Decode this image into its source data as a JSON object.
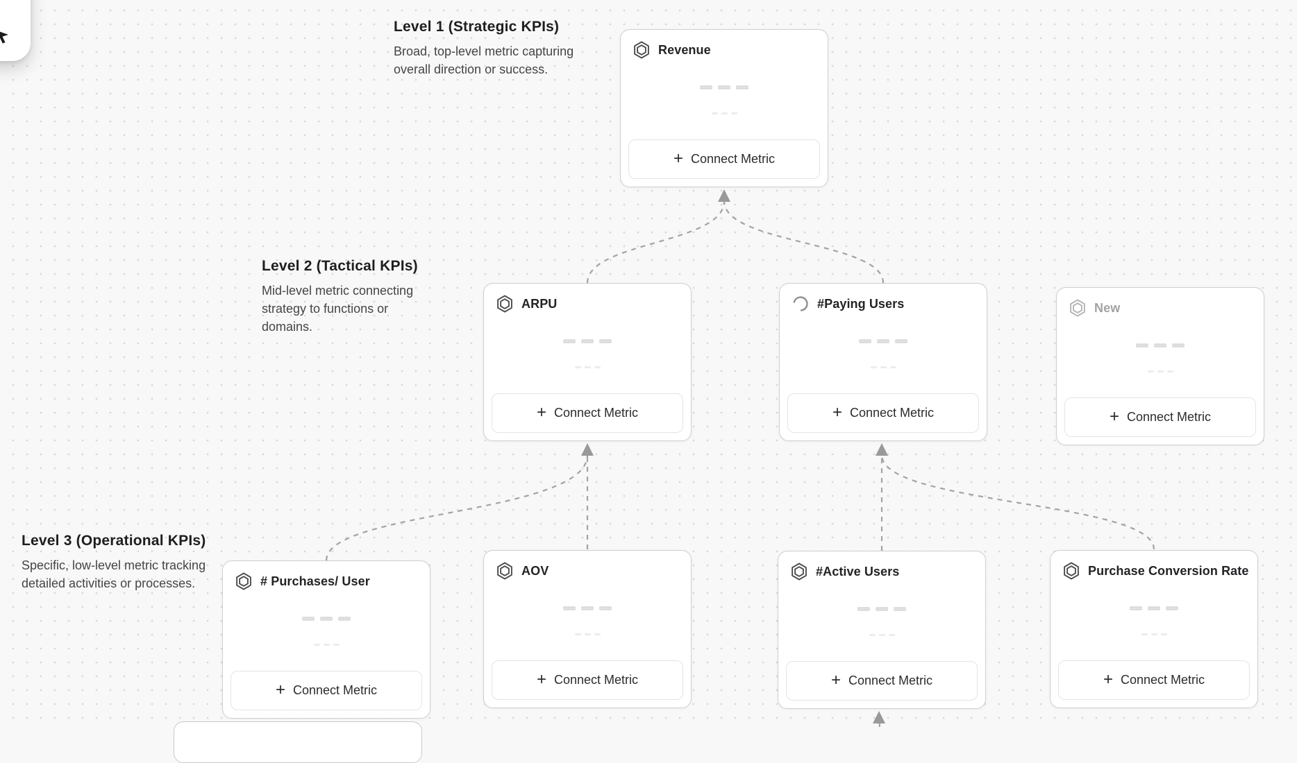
{
  "levels": [
    {
      "title": "Level 1 (Strategic KPIs)",
      "description": "Broad, top-level metric capturing overall direction or success."
    },
    {
      "title": "Level 2 (Tactical KPIs)",
      "description": "Mid-level metric connecting strategy to functions or domains."
    },
    {
      "title": "Level 3 (Operational KPIs)",
      "description": "Specific, low-level metric tracking detailed activities or processes."
    }
  ],
  "cards": [
    {
      "title": "Revenue",
      "icon": "hexagon",
      "muted": false
    },
    {
      "title": "ARPU",
      "icon": "hexagon",
      "muted": false
    },
    {
      "title": "#Paying Users",
      "icon": "spinner",
      "muted": false
    },
    {
      "title": "New",
      "icon": "hexagon",
      "muted": true
    },
    {
      "title": "# Purchases/ User",
      "icon": "hexagon",
      "muted": false
    },
    {
      "title": "AOV",
      "icon": "hexagon",
      "muted": false
    },
    {
      "title": "#Active Users",
      "icon": "hexagon",
      "muted": false
    },
    {
      "title": "Purchase Conversion Rate",
      "icon": "hexagon",
      "muted": false
    }
  ],
  "buttons": {
    "connect_metric": "Connect Metric",
    "plus_glyph": "+"
  },
  "colors": {
    "canvas_bg": "#f8f8f8",
    "grid_dot": "#d8d8d8",
    "card_border": "#cfcfcf",
    "edge": "#a3a3a3",
    "title_text": "#232326",
    "muted_text": "#a3a3a3",
    "skeleton": "#e3e3e3"
  }
}
